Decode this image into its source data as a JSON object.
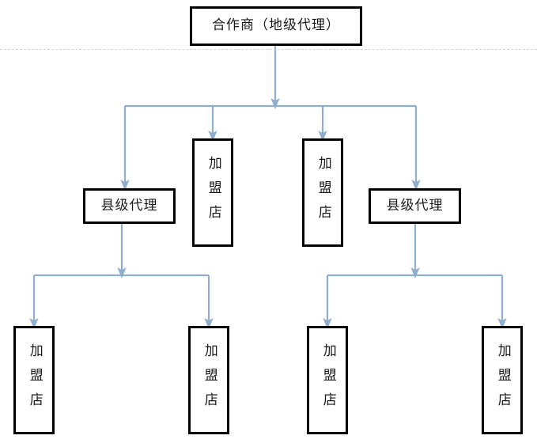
{
  "diagram": {
    "type": "org-chart",
    "title_text": "",
    "colors": {
      "node_border": "#000000",
      "node_fill": "#ffffff",
      "connector": "#8faecd",
      "divider": "#d6d6d6",
      "text": "#1a1a1a"
    },
    "levels": [
      {
        "level": 1,
        "nodes": [
          {
            "id": "root",
            "label": "合作商（地级代理）",
            "orientation": "horizontal"
          }
        ]
      },
      {
        "level": 2,
        "nodes": [
          {
            "id": "county-agent-left",
            "label": "县级代理",
            "orientation": "horizontal"
          },
          {
            "id": "franchise-store-mid-left",
            "label": "加盟店",
            "orientation": "vertical"
          },
          {
            "id": "franchise-store-mid-right",
            "label": "加盟店",
            "orientation": "vertical"
          },
          {
            "id": "county-agent-right",
            "label": "县级代理",
            "orientation": "horizontal"
          }
        ]
      },
      {
        "level": 3,
        "nodes": [
          {
            "id": "franchise-store-b1",
            "label": "加盟店",
            "orientation": "vertical"
          },
          {
            "id": "franchise-store-b2",
            "label": "加盟店",
            "orientation": "vertical"
          },
          {
            "id": "franchise-store-b3",
            "label": "加盟店",
            "orientation": "vertical"
          },
          {
            "id": "franchise-store-b4",
            "label": "加盟店",
            "orientation": "vertical"
          }
        ]
      }
    ],
    "edges": [
      {
        "from": "root",
        "to": "level2-bus",
        "style": "arrow"
      },
      {
        "from": "level2-bus",
        "to": "county-agent-left",
        "style": "arrow"
      },
      {
        "from": "level2-bus",
        "to": "franchise-store-mid-left",
        "style": "arrow"
      },
      {
        "from": "level2-bus",
        "to": "franchise-store-mid-right",
        "style": "arrow"
      },
      {
        "from": "level2-bus",
        "to": "county-agent-right",
        "style": "arrow"
      },
      {
        "from": "county-agent-left",
        "to": "franchise-store-b1",
        "style": "arrow"
      },
      {
        "from": "county-agent-left",
        "to": "franchise-store-b2",
        "style": "arrow"
      },
      {
        "from": "county-agent-right",
        "to": "franchise-store-b3",
        "style": "arrow"
      },
      {
        "from": "county-agent-right",
        "to": "franchise-store-b4",
        "style": "arrow"
      }
    ]
  }
}
